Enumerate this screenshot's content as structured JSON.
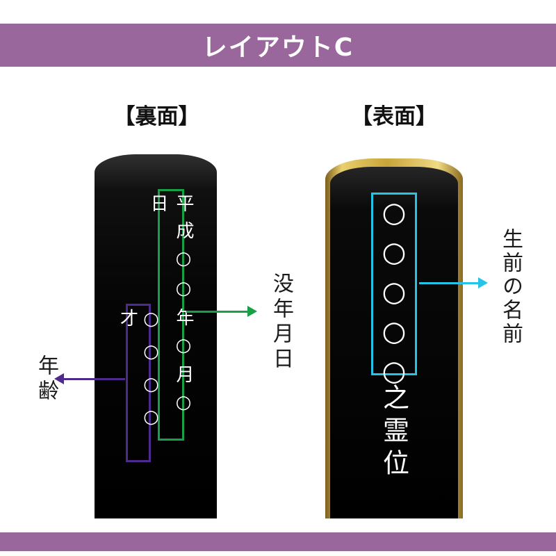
{
  "banner": {
    "title": "レイアウトC"
  },
  "headings": {
    "back": "【裏面】",
    "front": "【表面】"
  },
  "back_tablet": {
    "date_text": "平成○○年○月○日",
    "age_text": "○○○○才",
    "date_label": "没年月日",
    "age_label": "年齢"
  },
  "front_tablet": {
    "name_placeholder": "○○○○○",
    "name_suffix": "之霊位",
    "name_label": "生前の名前"
  },
  "colors": {
    "banner": "#9a679d",
    "footer": "#9a679d",
    "date_accent": "#17a045",
    "age_accent": "#4f2a8e",
    "name_accent": "#25c3e8",
    "gold_edge": "#c9a53a",
    "tablet": "#000000"
  }
}
